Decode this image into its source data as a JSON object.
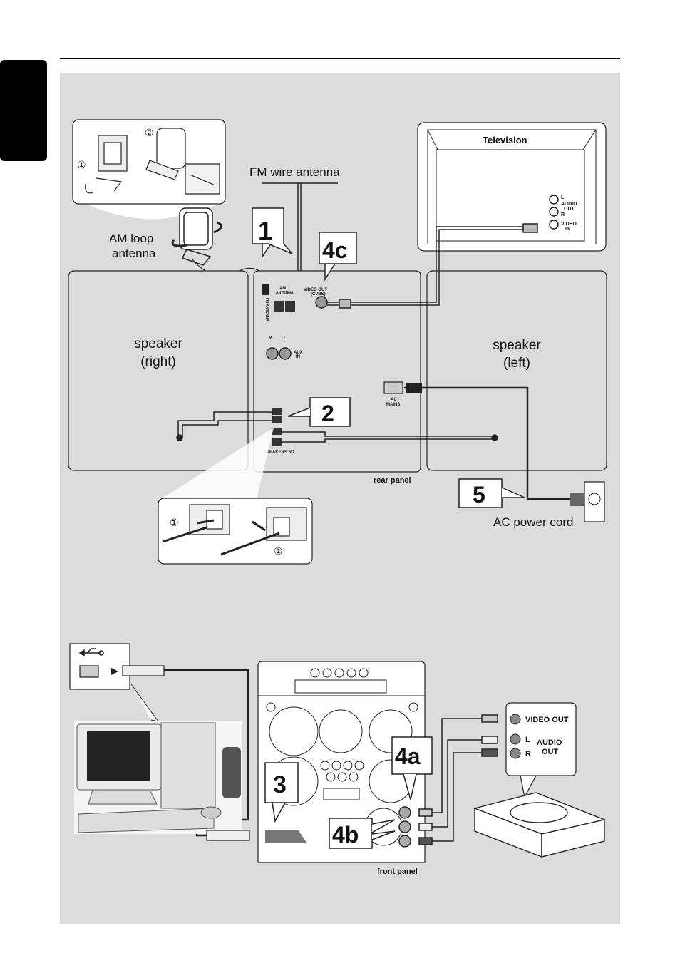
{
  "labels": {
    "fm_antenna": "FM wire antenna",
    "am_line1": "AM loop",
    "am_line2": "antenna",
    "speaker_right_1": "speaker",
    "speaker_right_2": "(right)",
    "speaker_left_1": "speaker",
    "speaker_left_2": "(left)",
    "television": "Television",
    "tv_audio_out": "AUDIO",
    "tv_audio_out2": "OUT",
    "tv_l": "L",
    "tv_r": "R",
    "tv_video_in": "VIDEO",
    "tv_video_in2": "IN",
    "am_antenna_port": "AM",
    "am_antenna_port2": "ANTENNA",
    "fm_antenna_port": "FM ANTENNA",
    "video_out": "VIDEO OUT",
    "video_out2": "(CVBS)",
    "aux_in": "AUX",
    "aux_in2": "IN",
    "ac_mains": "AC",
    "ac_mains2": "MAINS",
    "speakers_port": "SPEAKERS 6Ω",
    "rear_panel": "rear panel",
    "ac_power_cord": "AC power cord",
    "front_panel": "front panel",
    "ext_video_out": "VIDEO OUT",
    "ext_l": "L",
    "ext_r": "R",
    "ext_audio": "AUDIO",
    "ext_audio2": "OUT",
    "port_r": "R",
    "port_l": "L",
    "step_num_1": "①",
    "step_num_2": "②"
  },
  "steps": {
    "s1": "1",
    "s2": "2",
    "s3": "3",
    "s4a": "4a",
    "s4b": "4b",
    "s4c": "4c",
    "s5": "5"
  },
  "colors": {
    "background": "#ffffff",
    "panel": "#dcdcdc",
    "box": "#ffffff",
    "line": "#1a1a1a",
    "tab": "#000000"
  }
}
